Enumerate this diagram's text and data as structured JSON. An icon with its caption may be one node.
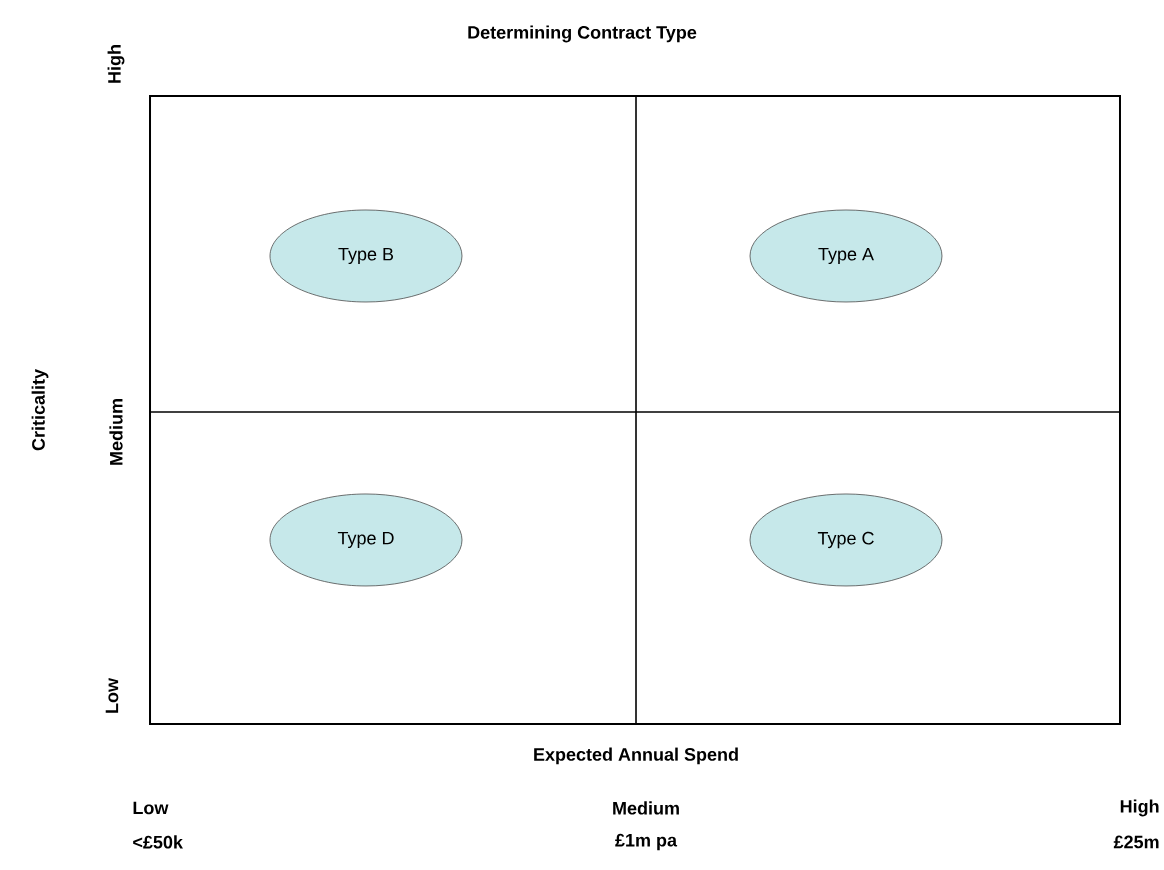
{
  "diagram": {
    "title": "Determining Contract Type",
    "nodes": [
      {
        "text": [
          "Type B"
        ]
      },
      {
        "text": [
          "Type A"
        ]
      },
      {
        "text": [
          "Type D"
        ]
      },
      {
        "text": [
          "Type C"
        ]
      }
    ],
    "labels": [
      "High",
      "Criticality",
      "Medium",
      "Low",
      "Expected Annual Spend",
      "Low",
      "Medium",
      "High",
      "<£50k",
      "£1m pa",
      "£25m"
    ]
  }
}
